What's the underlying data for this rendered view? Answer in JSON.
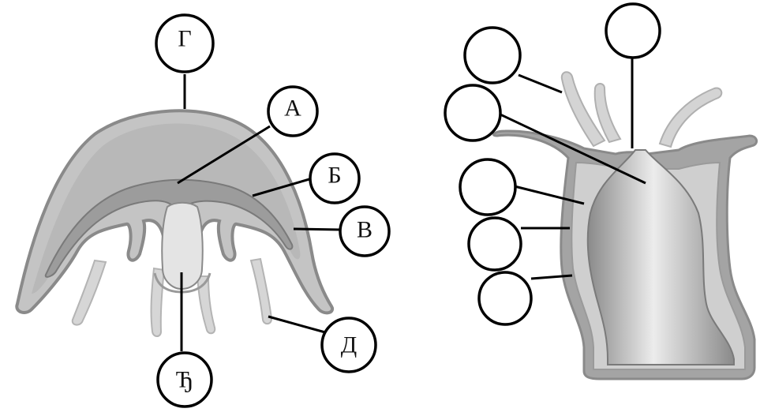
{
  "medusa": {
    "labels": {
      "A": "А",
      "B": "Б",
      "V": "В",
      "G": "Г",
      "D": "Д",
      "Dj": "Ђ"
    }
  },
  "polyp": {
    "labels": [
      "",
      "",
      "",
      "",
      "",
      ""
    ]
  },
  "colors": {
    "outer_layer": "#9a9a9a",
    "inner_fill": "#c8c8c8",
    "light_fill": "#dcdcdc",
    "outline": "#6e6e6e"
  }
}
